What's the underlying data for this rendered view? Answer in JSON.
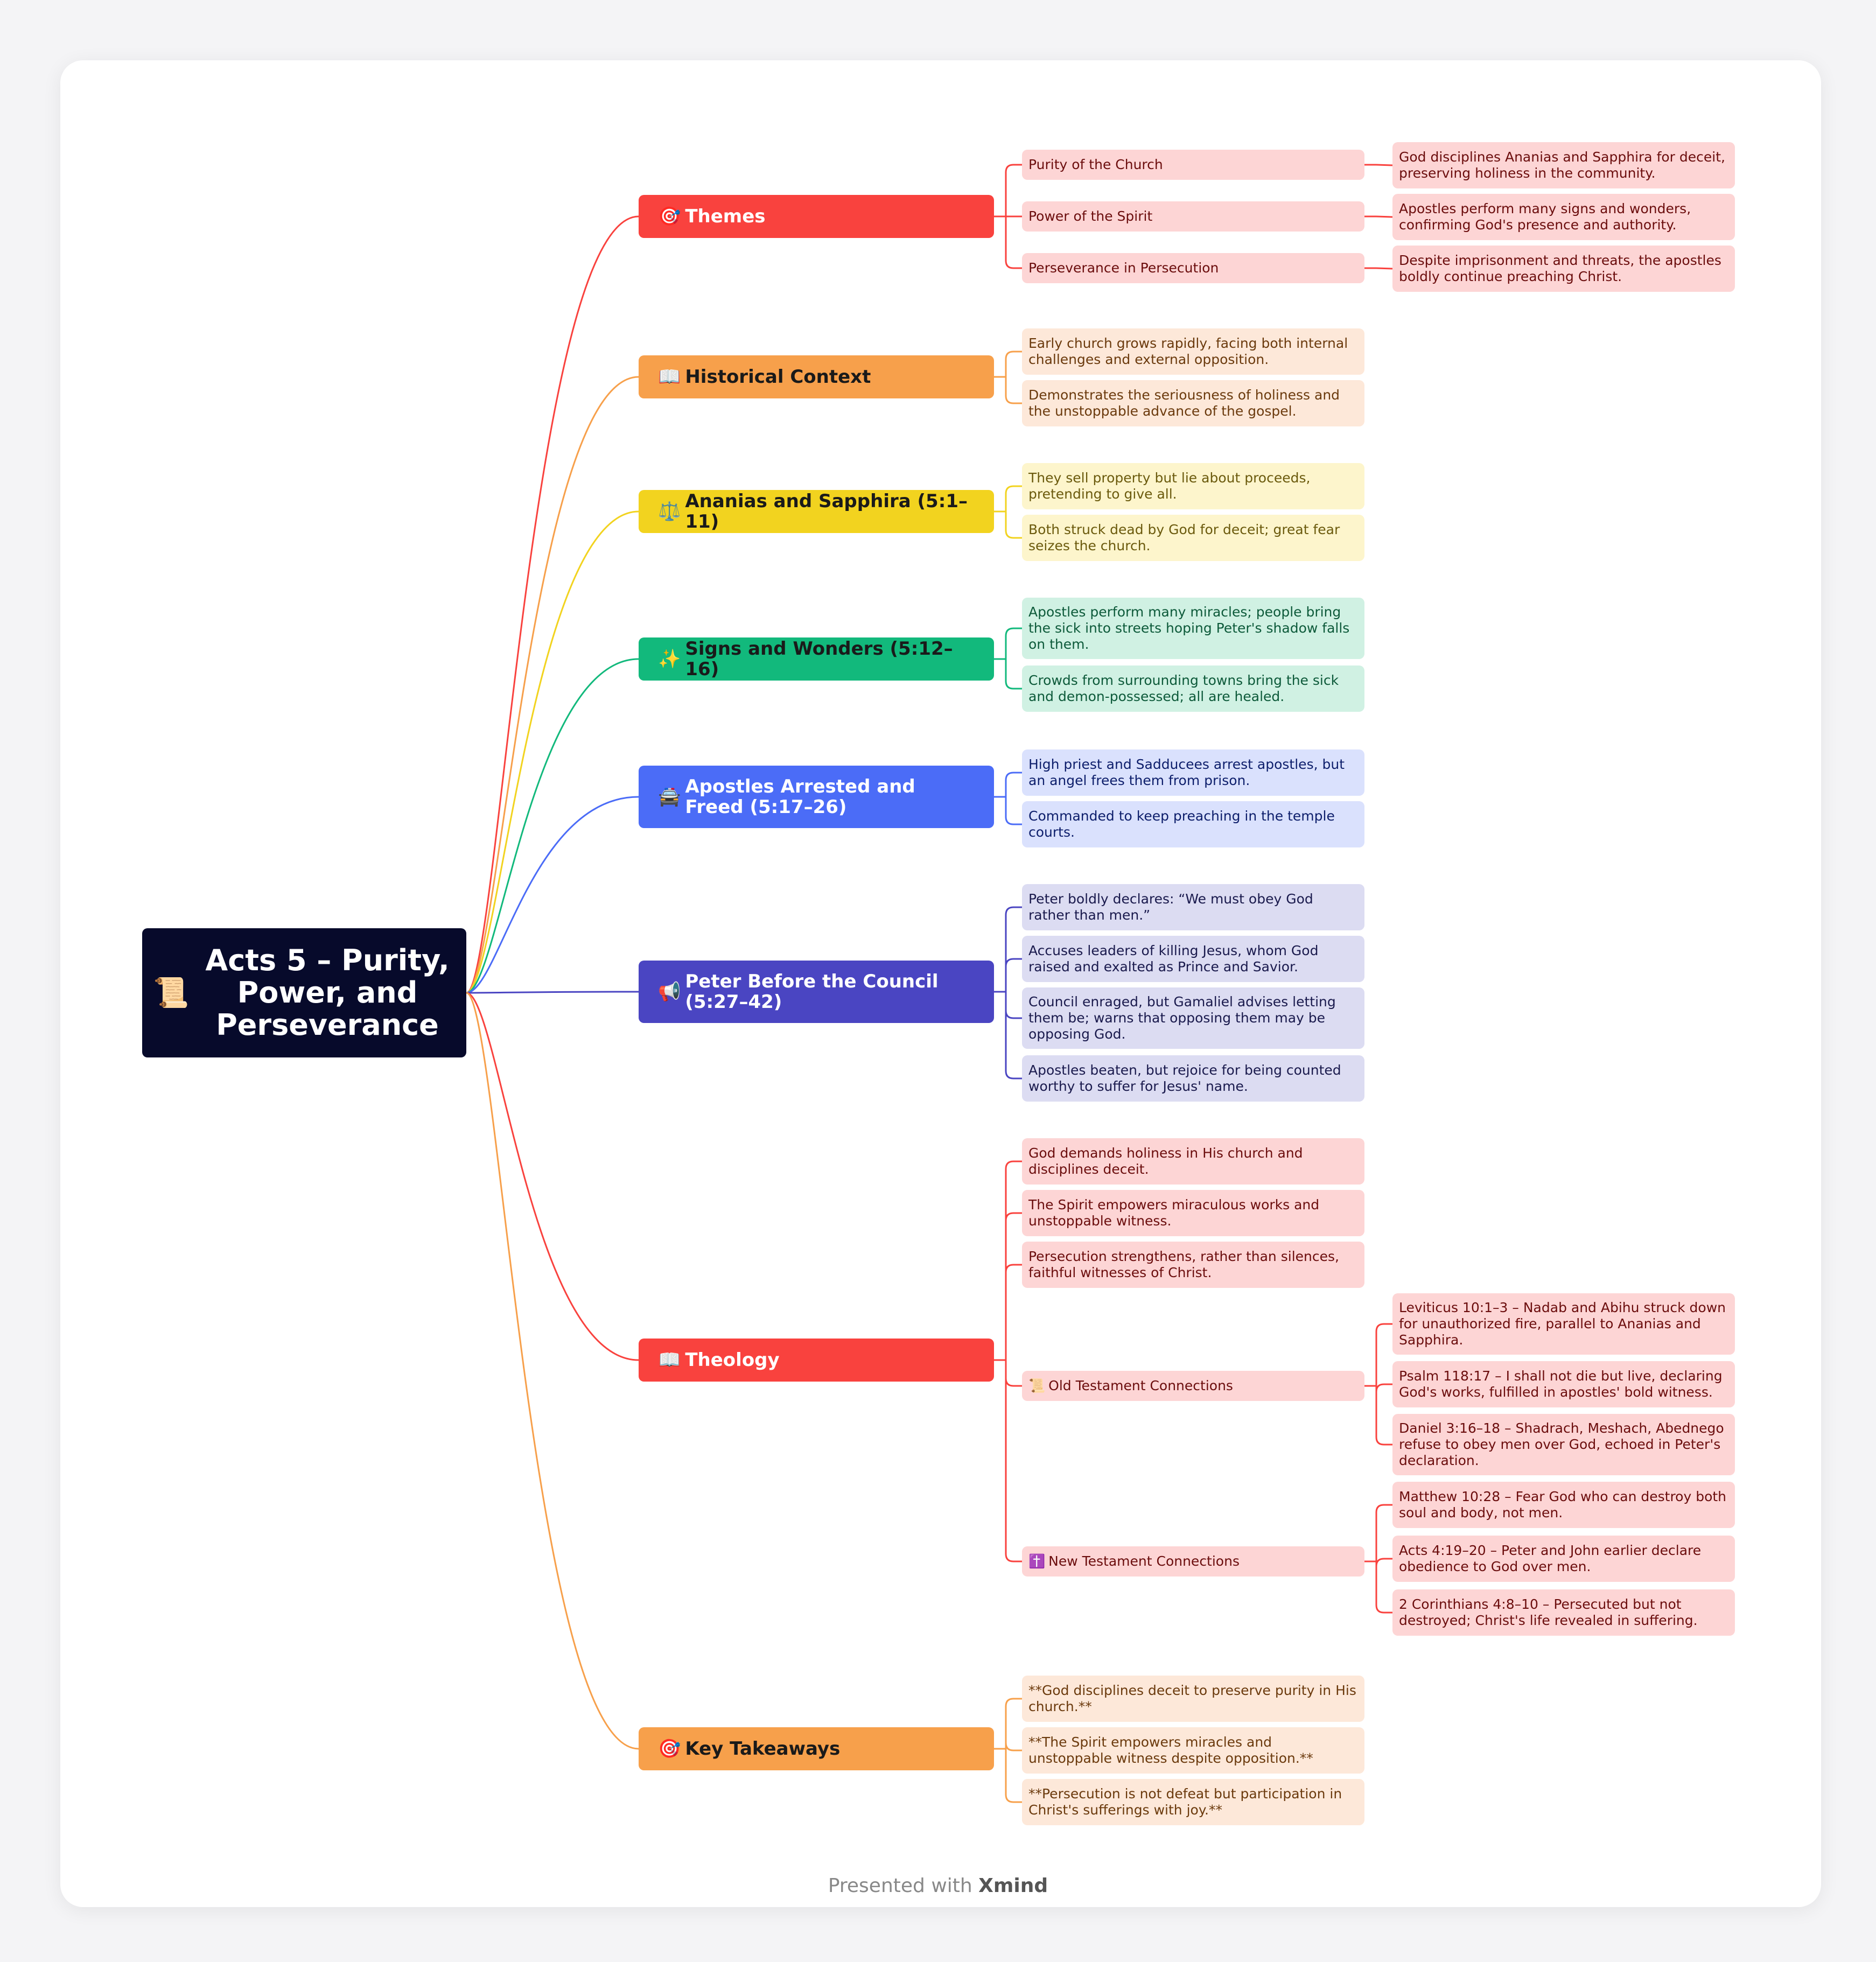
{
  "root": {
    "icon": "📜",
    "label": "Acts 5 – Purity, Power, and Perseverance"
  },
  "branches": [
    {
      "icon": "🎯",
      "label": "Themes",
      "color": "#f9423e",
      "text_color": "#ffffff",
      "leaf_bg": "#fdd5d5",
      "leaf_text": "#6b0d0d",
      "children": [
        {
          "label": "Purity of the Church",
          "children": [
            {
              "label": "God disciplines Ananias and Sapphira for deceit, preserving holiness in the community."
            }
          ]
        },
        {
          "label": "Power of the Spirit",
          "children": [
            {
              "label": "Apostles perform many signs and wonders, confirming God's presence and authority."
            }
          ]
        },
        {
          "label": "Perseverance in Persecution",
          "children": [
            {
              "label": "Despite imprisonment and threats, the apostles boldly continue preaching Christ."
            }
          ]
        }
      ]
    },
    {
      "icon": "📖",
      "label": "Historical Context",
      "color": "#f7a04b",
      "text_color": "#1a1a1a",
      "leaf_bg": "#fde8d9",
      "leaf_text": "#6b3a0d",
      "children": [
        {
          "label": "Early church grows rapidly, facing both internal challenges and external opposition."
        },
        {
          "label": "Demonstrates the seriousness of holiness and the unstoppable advance of the gospel."
        }
      ]
    },
    {
      "icon": "⚖️",
      "label": "Ananias and Sapphira (5:1–11)",
      "color": "#f2d31f",
      "text_color": "#1a1a1a",
      "leaf_bg": "#fdf5cc",
      "leaf_text": "#6b5a0d",
      "children": [
        {
          "label": "They sell property but lie about proceeds, pretending to give all."
        },
        {
          "label": "Both struck dead by God for deceit; great fear seizes the church."
        }
      ]
    },
    {
      "icon": "✨",
      "label": "Signs and Wonders (5:12–16)",
      "color": "#12b97c",
      "text_color": "#1a1a1a",
      "leaf_bg": "#d0f1e3",
      "leaf_text": "#0d5a3a",
      "children": [
        {
          "label": "Apostles perform many miracles; people bring the sick into streets hoping Peter's shadow falls on them."
        },
        {
          "label": "Crowds from surrounding towns bring the sick and demon-possessed; all are healed."
        }
      ]
    },
    {
      "icon": "🚔",
      "label": "Apostles Arrested and Freed (5:17–26)",
      "color": "#4b6cf7",
      "text_color": "#ffffff",
      "leaf_bg": "#dae1fd",
      "leaf_text": "#0d1e6b",
      "children": [
        {
          "label": "High priest and Sadducees arrest apostles, but an angel frees them from prison."
        },
        {
          "label": "Commanded to keep preaching in the temple courts."
        }
      ]
    },
    {
      "icon": "📢",
      "label": "Peter Before the Council (5:27–42)",
      "color": "#4a45c2",
      "text_color": "#ffffff",
      "leaf_bg": "#dcdcf2",
      "leaf_text": "#1a1a4d",
      "children": [
        {
          "label": "Peter boldly declares: “We must obey God rather than men.”"
        },
        {
          "label": "Accuses leaders of killing Jesus, whom God raised and exalted as Prince and Savior."
        },
        {
          "label": "Council enraged, but Gamaliel advises letting them be; warns that opposing them may be opposing God."
        },
        {
          "label": "Apostles beaten, but rejoice for being counted worthy to suffer for Jesus' name."
        }
      ]
    },
    {
      "icon": "📖",
      "label": "Theology",
      "color": "#f9423e",
      "text_color": "#ffffff",
      "leaf_bg": "#fdd5d5",
      "leaf_text": "#6b0d0d",
      "children": [
        {
          "label": "God demands holiness in His church and disciplines deceit."
        },
        {
          "label": "The Spirit empowers miraculous works and unstoppable witness."
        },
        {
          "label": "Persecution strengthens, rather than silences, faithful witnesses of Christ."
        },
        {
          "icon": "📜",
          "label": "Old Testament Connections",
          "children": [
            {
              "label": "Leviticus 10:1–3 – Nadab and Abihu struck down for unauthorized fire, parallel to Ananias and Sapphira."
            },
            {
              "label": "Psalm 118:17 – I shall not die but live, declaring God's works, fulfilled in apostles' bold witness."
            },
            {
              "label": "Daniel 3:16–18 – Shadrach, Meshach, Abednego refuse to obey men over God, echoed in Peter's declaration."
            }
          ]
        },
        {
          "icon": "✝️",
          "label": "New Testament Connections",
          "children": [
            {
              "label": "Matthew 10:28 – Fear God who can destroy both soul and body, not men."
            },
            {
              "label": "Acts 4:19–20 – Peter and John earlier declare obedience to God over men."
            },
            {
              "label": "2 Corinthians 4:8–10 – Persecuted but not destroyed; Christ's life revealed in suffering."
            }
          ]
        }
      ]
    },
    {
      "icon": "🎯",
      "label": "Key Takeaways",
      "color": "#f7a04b",
      "text_color": "#1a1a1a",
      "leaf_bg": "#fde8d9",
      "leaf_text": "#6b3a0d",
      "children": [
        {
          "label": "**God disciplines deceit to preserve purity in His church.**"
        },
        {
          "label": "**The Spirit empowers miracles and unstoppable witness despite opposition.**"
        },
        {
          "label": "**Persecution is not defeat but participation in Christ's sufferings with joy.**"
        }
      ]
    }
  ],
  "footer": {
    "prefix": "Presented with",
    "brand": "Xmind"
  }
}
